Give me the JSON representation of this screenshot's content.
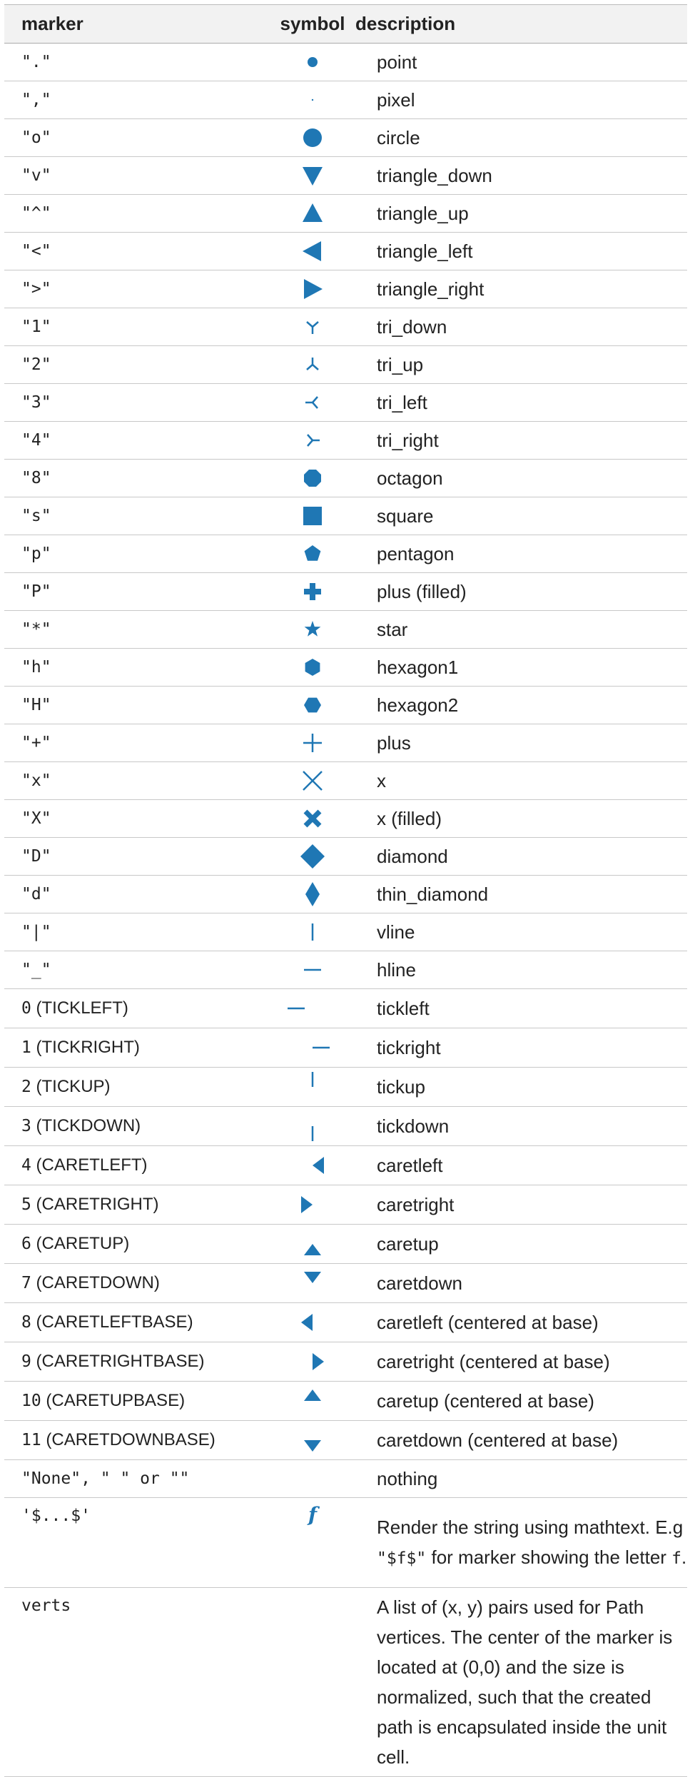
{
  "headers": {
    "marker": "marker",
    "symbol": "symbol",
    "description": "description"
  },
  "rows": [
    {
      "marker": "\".\"",
      "desc": "point",
      "icon": "point"
    },
    {
      "marker": "\",\"",
      "desc": "pixel",
      "icon": "pixel"
    },
    {
      "marker": "\"o\"",
      "desc": "circle",
      "icon": "circle"
    },
    {
      "marker": "\"v\"",
      "desc": "triangle_down",
      "icon": "triangle_down"
    },
    {
      "marker": "\"^\"",
      "desc": "triangle_up",
      "icon": "triangle_up"
    },
    {
      "marker": "\"<\"",
      "desc": "triangle_left",
      "icon": "triangle_left"
    },
    {
      "marker": "\">\"",
      "desc": "triangle_right",
      "icon": "triangle_right"
    },
    {
      "marker": "\"1\"",
      "desc": "tri_down",
      "icon": "tri_down"
    },
    {
      "marker": "\"2\"",
      "desc": "tri_up",
      "icon": "tri_up"
    },
    {
      "marker": "\"3\"",
      "desc": "tri_left",
      "icon": "tri_left"
    },
    {
      "marker": "\"4\"",
      "desc": "tri_right",
      "icon": "tri_right"
    },
    {
      "marker": "\"8\"",
      "desc": "octagon",
      "icon": "octagon"
    },
    {
      "marker": "\"s\"",
      "desc": "square",
      "icon": "square"
    },
    {
      "marker": "\"p\"",
      "desc": "pentagon",
      "icon": "pentagon"
    },
    {
      "marker": "\"P\"",
      "desc": "plus (filled)",
      "icon": "plus_filled"
    },
    {
      "marker": "\"*\"",
      "desc": "star",
      "icon": "star"
    },
    {
      "marker": "\"h\"",
      "desc": "hexagon1",
      "icon": "hexagon1"
    },
    {
      "marker": "\"H\"",
      "desc": "hexagon2",
      "icon": "hexagon2"
    },
    {
      "marker": "\"+\"",
      "desc": "plus",
      "icon": "plus"
    },
    {
      "marker": "\"x\"",
      "desc": "x",
      "icon": "x"
    },
    {
      "marker": "\"X\"",
      "desc": "x (filled)",
      "icon": "x_filled"
    },
    {
      "marker": "\"D\"",
      "desc": "diamond",
      "icon": "diamond"
    },
    {
      "marker": "\"d\"",
      "desc": "thin_diamond",
      "icon": "thin_diamond"
    },
    {
      "marker": "\"|\"",
      "desc": "vline",
      "icon": "vline"
    },
    {
      "marker": "\"_\"",
      "desc": "hline",
      "icon": "hline"
    },
    {
      "marker_code": "0",
      "marker_note": " (TICKLEFT)",
      "desc": "tickleft",
      "icon": "tickleft"
    },
    {
      "marker_code": "1",
      "marker_note": " (TICKRIGHT)",
      "desc": "tickright",
      "icon": "tickright"
    },
    {
      "marker_code": "2",
      "marker_note": " (TICKUP)",
      "desc": "tickup",
      "icon": "tickup"
    },
    {
      "marker_code": "3",
      "marker_note": " (TICKDOWN)",
      "desc": "tickdown",
      "icon": "tickdown"
    },
    {
      "marker_code": "4",
      "marker_note": " (CARETLEFT)",
      "desc": "caretleft",
      "icon": "caretleft"
    },
    {
      "marker_code": "5",
      "marker_note": " (CARETRIGHT)",
      "desc": "caretright",
      "icon": "caretright"
    },
    {
      "marker_code": "6",
      "marker_note": " (CARETUP)",
      "desc": "caretup",
      "icon": "caretup"
    },
    {
      "marker_code": "7",
      "marker_note": " (CARETDOWN)",
      "desc": "caretdown",
      "icon": "caretdown"
    },
    {
      "marker_code": "8",
      "marker_note": " (CARETLEFTBASE)",
      "desc": "caretleft (centered at base)",
      "icon": "caretleftbase"
    },
    {
      "marker_code": "9",
      "marker_note": " (CARETRIGHTBASE)",
      "desc": "caretright (centered at base)",
      "icon": "caretrightbase"
    },
    {
      "marker_code": "10",
      "marker_note": " (CARETUPBASE)",
      "desc": "caretup (centered at base)",
      "icon": "caretupbase"
    },
    {
      "marker_code": "11",
      "marker_note": " (CARETDOWNBASE)",
      "desc": "caretdown (centered at base)",
      "icon": "caretdownbase"
    },
    {
      "marker": "\"None\", \" \" or \"\"",
      "desc": "nothing",
      "icon": "none"
    },
    {
      "marker": "'$...$'",
      "desc_parts": [
        "Render the string using mathtext. E.g ",
        "\"$f$\"",
        " for marker showing the letter ",
        "f",
        "."
      ],
      "icon": "mathtext_f"
    },
    {
      "marker": "verts",
      "desc": "A list of (x, y) pairs used for Path vertices. The center of the marker is located at (0,0) and the size is normalized, such that the created path is encapsulated inside the unit cell.",
      "icon": "none"
    }
  ],
  "colors": {
    "marker": "#1f77b4",
    "header_bg": "#f2f2f2"
  }
}
